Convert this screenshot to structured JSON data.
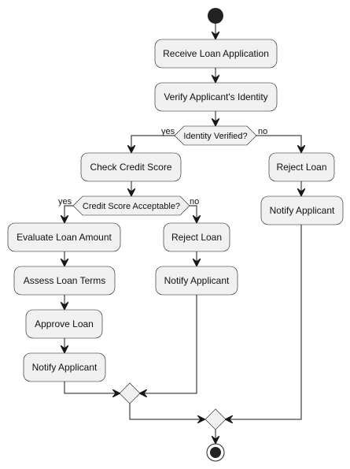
{
  "diagram": {
    "colors": {
      "node_fill": "#f1f1f1",
      "stroke": "#181818",
      "text": "#111111"
    },
    "actions": {
      "receive": "Receive Loan Application",
      "verify": "Verify Applicant's Identity",
      "check_credit": "Check Credit Score",
      "reject_identity": "Reject Loan",
      "notify_identity": "Notify Applicant",
      "evaluate": "Evaluate Loan Amount",
      "reject_credit": "Reject Loan",
      "assess": "Assess Loan Terms",
      "notify_credit": "Notify Applicant",
      "approve": "Approve Loan",
      "notify_approved": "Notify Applicant"
    },
    "decisions": {
      "identity": "Identity Verified?",
      "credit": "Credit Score Acceptable?"
    },
    "branch_labels": {
      "identity_yes": "yes",
      "identity_no": "no",
      "credit_yes": "yes",
      "credit_no": "no"
    }
  }
}
